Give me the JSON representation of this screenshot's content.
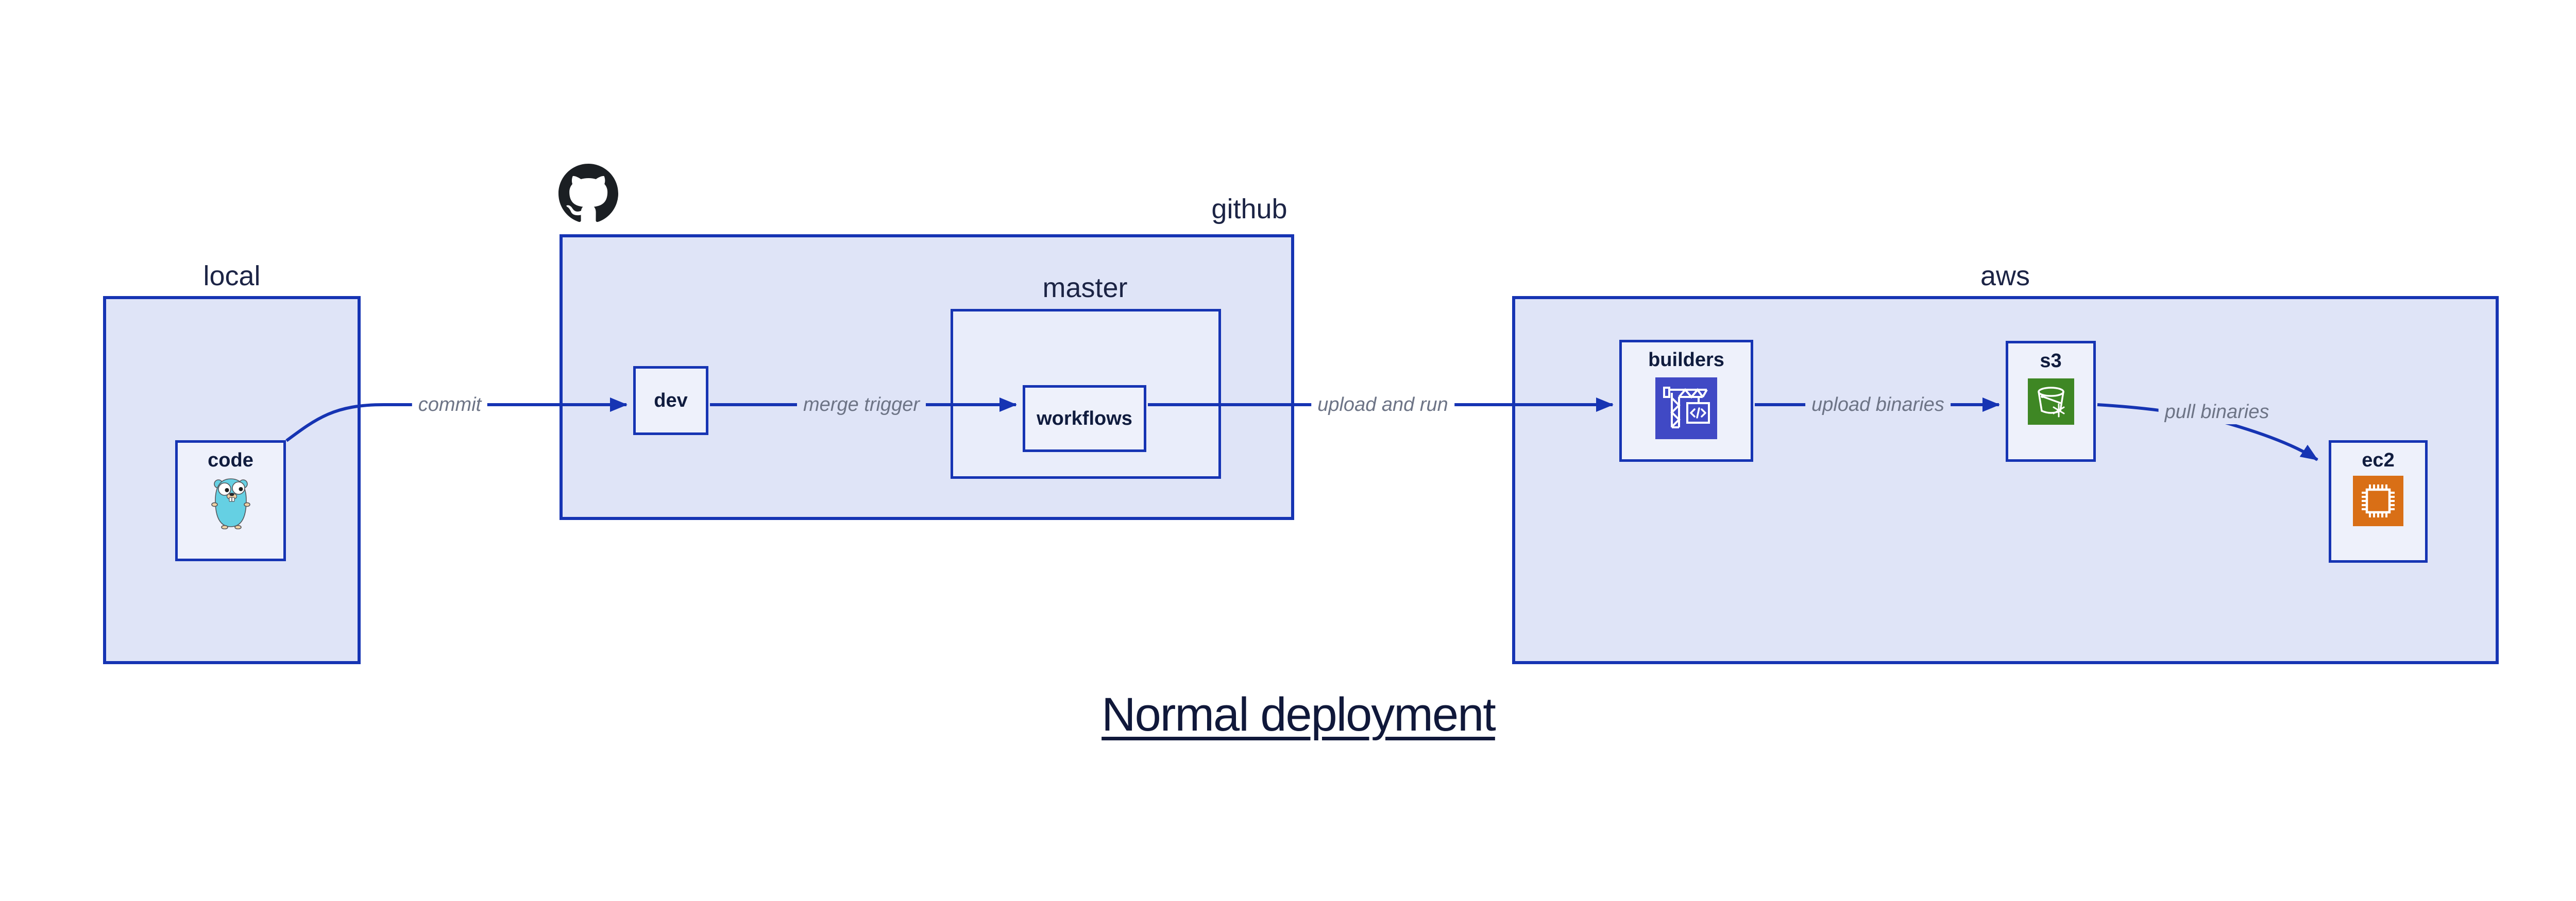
{
  "title": "Normal deployment",
  "containers": {
    "local": {
      "label": "local"
    },
    "github": {
      "label": "github",
      "icon": "github-octocat-icon"
    },
    "master": {
      "label": "master"
    },
    "aws": {
      "label": "aws"
    }
  },
  "nodes": {
    "code": {
      "label": "code",
      "icon": "go-gopher-icon"
    },
    "dev": {
      "label": "dev"
    },
    "workflows": {
      "label": "workflows"
    },
    "builders": {
      "label": "builders",
      "icon": "codebuild-crane-icon",
      "icon_color": "#4049c5"
    },
    "s3": {
      "label": "s3",
      "icon": "s3-glacier-bucket-icon",
      "icon_color": "#3e8724"
    },
    "ec2": {
      "label": "ec2",
      "icon": "ec2-chip-icon",
      "icon_color": "#d96f16"
    }
  },
  "edges": {
    "commit": {
      "label": "commit",
      "from": "code",
      "to": "dev"
    },
    "merge_trigger": {
      "label": "merge trigger",
      "from": "dev",
      "to": "workflows"
    },
    "upload_and_run": {
      "label": "upload and run",
      "from": "workflows",
      "to": "builders"
    },
    "upload_binaries": {
      "label": "upload binaries",
      "from": "builders",
      "to": "s3"
    },
    "pull_binaries": {
      "label": "pull binaries",
      "from": "s3",
      "to": "ec2"
    }
  },
  "colors": {
    "connector_blue": "#1634b3",
    "group_fill": "#dfe4f7",
    "master_fill": "#e9edfa",
    "node_fill": "#eef1fb",
    "navy_text": "#10183a",
    "edge_label_gray": "#6d7486",
    "gopher_teal": "#65d0e3",
    "codebuild_indigo": "#4049c5",
    "s3_green": "#3e8724",
    "ec2_orange": "#d96f16",
    "octocat_black": "#1b1f23"
  }
}
